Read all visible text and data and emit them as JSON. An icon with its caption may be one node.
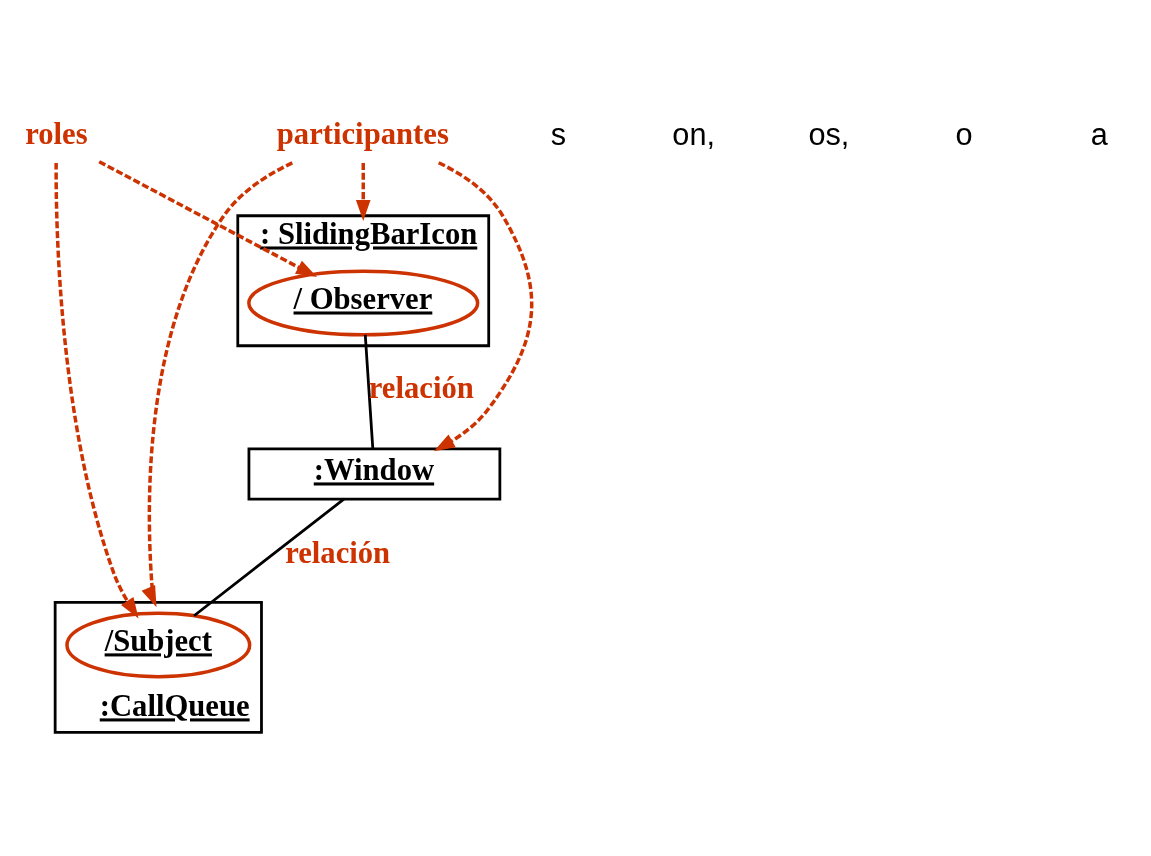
{
  "diagram": {
    "nodes": [
      {
        "text": [
          ": SlidingBarIcon"
        ]
      },
      {
        "text": [
          "/ Observer"
        ],
        "in": 0
      },
      {
        "text": [
          ":Window"
        ]
      },
      {
        "text": [
          ":CallQueue"
        ]
      },
      {
        "text": [
          "/Subject"
        ],
        "in": 3
      },
      {
        "text": [
          "roles"
        ]
      },
      {
        "text": [
          "participantes"
        ]
      }
    ],
    "edges": [
      {
        "from": 1,
        "to": 2,
        "arrow": "none",
        "label": "relación",
        "color": "#000000"
      },
      {
        "from": 2,
        "to": 4,
        "arrow": "none",
        "label": "relación",
        "color": "#000000"
      },
      {
        "from": 5,
        "to": 1,
        "arrow": "to",
        "style": "dashed",
        "color": "#cc3300"
      },
      {
        "from": 5,
        "to": 4,
        "arrow": "to",
        "style": "dashed",
        "color": "#cc3300"
      },
      {
        "from": 6,
        "to": 0,
        "arrow": "to",
        "style": "dashed",
        "color": "#cc3300"
      },
      {
        "from": 6,
        "to": 2,
        "arrow": "to",
        "style": "dashed",
        "color": "#cc3300"
      },
      {
        "from": 6,
        "to": 3,
        "arrow": "to",
        "style": "dashed",
        "color": "#cc3300"
      }
    ],
    "labels": [
      "s",
      "on,",
      "os,",
      "o",
      "a"
    ]
  }
}
